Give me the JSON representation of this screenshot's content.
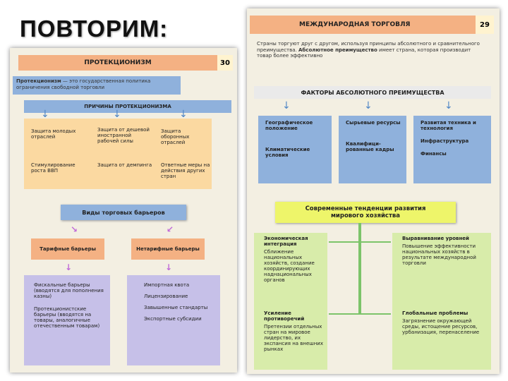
{
  "slide_title": "ПОВТОРИМ:",
  "left_page": {
    "header": "ПРОТЕКЦИОНИЗМ",
    "page_number": "30",
    "definition_term": "Протекционизм",
    "definition_text": " — это государственная политика ограничения свободной торговли",
    "causes_title": "ПРИЧИНЫ ПРОТЕКЦИОНИЗМА",
    "causes": [
      "Защита молодых отраслей",
      "Защита от дешевой иностранной рабочей силы",
      "Защита оборонных отраслей",
      "Стимулирование роста ВВП",
      "Защита от демпинга",
      "Ответные меры на действия других стран"
    ],
    "barriers_title": "Виды торговых барьеров",
    "tariff_label": "Тарифные барьеры",
    "nontariff_label": "Нетарифные барьеры",
    "tariff_items": [
      "Фискальные барьеры (вводятся для пополнения казны)",
      "Протекционистские барьеры (вводятся на товары, аналогичные отечественным товарам)"
    ],
    "nontariff_items": [
      "Импортная квота",
      "Лицензирование",
      "Завышенные стандарты",
      "Экспортные субсидии"
    ]
  },
  "right_page": {
    "header": "МЕЖДУНАРОДНАЯ ТОРГОВЛЯ",
    "page_number": "29",
    "intro_text": "Страны торгуют друг с другом, используя принципы абсолютного и сравнительного преимущества.",
    "abs_term": "Абсолютное преимущество",
    "abs_text": " имеет страна, которая производит товар более эффективно",
    "factors_title": "ФАКТОРЫ АБСОЛЮТНОГО ПРЕИМУЩЕСТВА",
    "factors": [
      "Географическое положение",
      "Сырьевые ресурсы",
      "Развитая техника и технология",
      "Климатические условия",
      "Квалифици-рованные кадры",
      "Инфраструктура",
      "Финансы"
    ],
    "trends_title": "Современные тенденции развития мирового хозяйства",
    "trend1_title": "Экономическая интеграция",
    "trend1_text": "Сближение национальных хозяйств, создание координирующих наднациональных органов",
    "trend2_title": "Выравнивание уровней",
    "trend2_text": "Повышение эффективности национальных хозяйств в результате международной торговли",
    "trend3_title": "Усиление противоречий",
    "trend3_text": "Претензии отдельных стран на мировое лидерство, их экспансия на внешних рынках",
    "trend4_title": "Глобальные проблемы",
    "trend4_text": "Загрязнение окружающей среды, истощение ресурсов, урбанизация, перенаселение"
  }
}
